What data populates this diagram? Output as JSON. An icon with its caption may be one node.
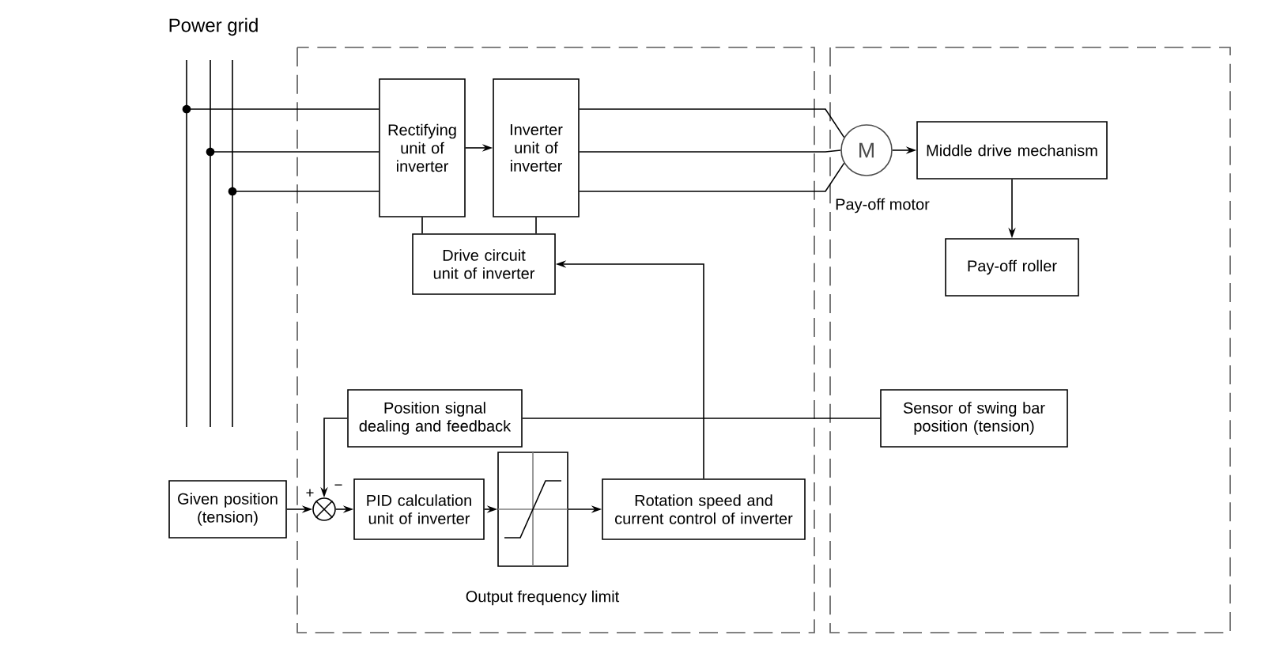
{
  "diagram": {
    "nodes": [
      {
        "text": [
          "Rectifying unit of inverter"
        ]
      },
      {
        "text": [
          "Inverter unit of inverter"
        ]
      },
      {
        "text": [
          "Drive circuit unit of inverter"
        ]
      },
      {
        "text": [
          "M"
        ],
        "beside": [
          "Pay-off motor"
        ]
      },
      {
        "text": [
          "Middle drive mechanism"
        ]
      },
      {
        "text": [
          "Pay-off roller"
        ]
      },
      {
        "text": [
          "Position signal dealing and feedback"
        ]
      },
      {
        "text": [
          "Sensor of swing bar position (tension)"
        ]
      },
      {
        "text": [
          "Given position (tension)"
        ]
      },
      {
        "text": [],
        "shape": "circle"
      },
      {
        "text": [
          "PID calculation unit of inverter"
        ]
      },
      {
        "text": [],
        "shape": "box",
        "beside": [
          "Output frequency limit"
        ]
      },
      {
        "text": [
          "Rotation speed and current control of inverter"
        ]
      }
    ],
    "edges": [
      {
        "from": 0,
        "to": 1,
        "arrow": "to"
      },
      {
        "from": 1,
        "to": 3,
        "arrow": "none"
      },
      {
        "from": 1,
        "to": 3,
        "arrow": "none"
      },
      {
        "from": 1,
        "to": 3,
        "arrow": "none"
      },
      {
        "from": 3,
        "to": 4,
        "arrow": "to"
      },
      {
        "from": 4,
        "to": 5,
        "arrow": "to"
      },
      {
        "from": 0,
        "to": 2,
        "arrow": "none"
      },
      {
        "from": 1,
        "to": 2,
        "arrow": "none"
      },
      {
        "from": 12,
        "to": 2,
        "arrow": "to"
      },
      {
        "from": 7,
        "to": 6,
        "arrow": "none"
      },
      {
        "from": 6,
        "to": 9,
        "arrow": "to"
      },
      {
        "from": 8,
        "to": 9,
        "arrow": "to"
      },
      {
        "from": 9,
        "to": 10,
        "arrow": "to"
      },
      {
        "from": 10,
        "to": 11,
        "arrow": "to"
      },
      {
        "from": 11,
        "to": 12,
        "arrow": "to"
      }
    ],
    "labels": [
      "Power grid",
      "+",
      "−"
    ]
  }
}
